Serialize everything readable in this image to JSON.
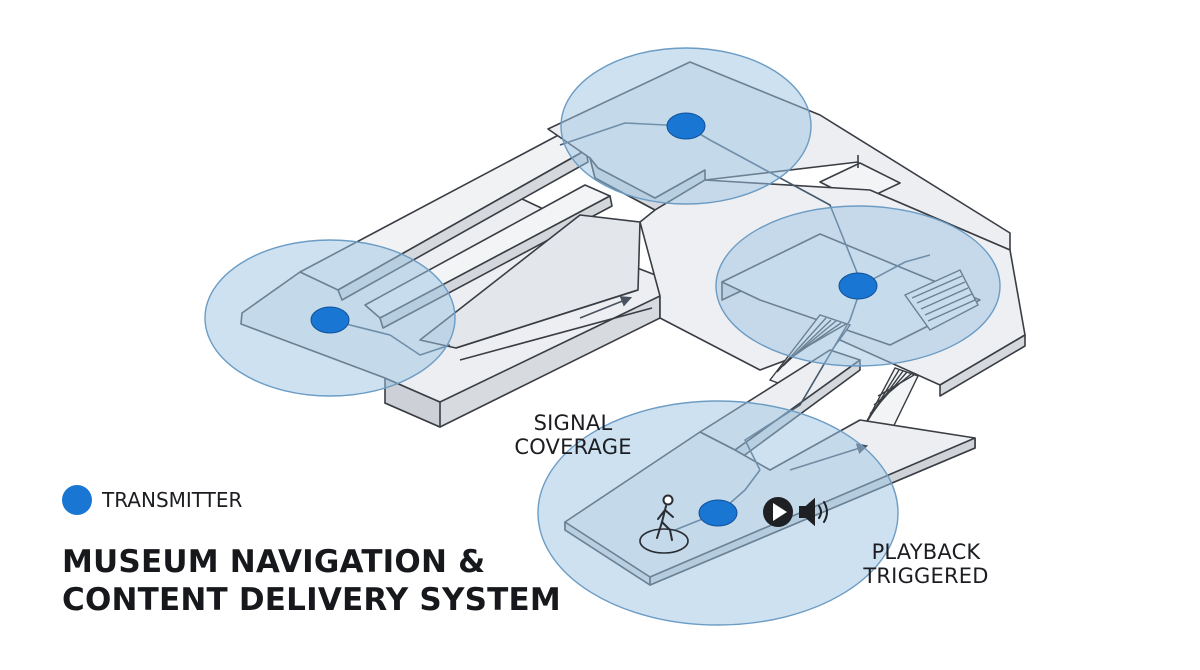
{
  "diagram": {
    "title_line_1": "MUSEUM NAVIGATION &",
    "title_line_2": "CONTENT DELIVERY SYSTEM",
    "signal_label_line_1": "SIGNAL",
    "signal_label_line_2": "COVERAGE",
    "playback_label_line_1": "PLAYBACK",
    "playback_label_line_2": "TRIGGERED"
  },
  "legend": {
    "transmitter_label": "TRANSMITTER"
  },
  "colors": {
    "transmitter": "#1976d2",
    "coverage_fill": "#9cc4e4",
    "coverage_stroke": "#6c9cc4",
    "floor": "#e9ebee",
    "outline": "#3a3e44",
    "path_line": "#455a6e",
    "text": "#1b1d21"
  },
  "icons": {
    "visitor": "walking-person-icon",
    "play": "play-button-icon",
    "speaker": "speaker-icon"
  }
}
